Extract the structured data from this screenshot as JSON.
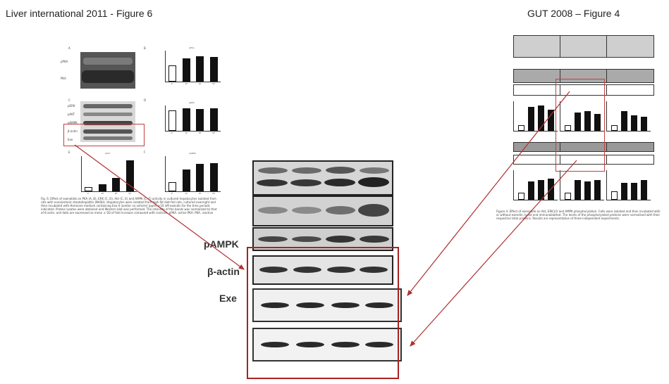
{
  "slide": {
    "left_title": "Liver international 2011 - Figure 6",
    "right_title": "GUT 2008 – Figure 4"
  },
  "center_blot": {
    "labels": [
      "pAMPK",
      "β-actin",
      "Exe"
    ]
  },
  "left_figure": {
    "panel_letters": [
      "A",
      "B",
      "C",
      "D",
      "E",
      "F"
    ],
    "row_labels_a": [
      "pPKA",
      "PKA"
    ],
    "row_labels_c": [
      "pERK",
      "pAKT",
      "pAMPK",
      "β-actin",
      "Exe"
    ],
    "time_labels": [
      "0'",
      "10'",
      "30'",
      "60'"
    ],
    "chart_titles": [
      "pPKA",
      "pERK",
      "pAKT",
      "pAMPK"
    ],
    "caption": "Fig. 6. Effect of exenatide on PKA (A, B), ERK (C, D), Akt (C, E) and AMPK (C, F) activity in cultured hepatocytes isolated from rats with nonalcoholic steatohepatitis (NASH). Hepatocytes were isolated from high fat diet-fed rats, cultured overnight and then incubated with Hormone medium containing Exe-4 (and/or no vehicle) (ppm) +10 nM exendin for the time periods indicated. Protein lysates were obtained and Western blot was performed. The intensity of the bands was normalized to that of β-actin, and data are expressed as mean ± SD of fold increase compared with controls. pPKA, active PKA; PKA, inactive PKA. *P < 0.05 vs. controls."
  },
  "right_figure": {
    "caption": "Figure 4. Effect of exenatide on Akt, ERK1/2 and AMPK phosphorylation. Cells were isolated and then incubated with or without exendin, lysed and immunoblotted. The levels of the phosphorylated proteins were normalised with their respective total proteins. Results are representative of three independent experiments."
  },
  "chart_data": [
    {
      "type": "bar",
      "title": "pPKA",
      "categories": [
        "0'",
        "10'",
        "30'",
        "60'"
      ],
      "values": [
        90,
        132,
        145,
        140
      ],
      "ylim": [
        0,
        175
      ]
    },
    {
      "type": "bar",
      "title": "pERK",
      "categories": [
        "0'",
        "10'",
        "30'",
        "60'"
      ],
      "values": [
        100,
        110,
        106,
        110
      ],
      "ylim": [
        0,
        125
      ]
    },
    {
      "type": "bar",
      "title": "pAKT",
      "categories": [
        "0'",
        "10'",
        "30'",
        "60'"
      ],
      "values": [
        50,
        80,
        150,
        350
      ],
      "ylim": [
        0,
        400
      ]
    },
    {
      "type": "bar",
      "title": "pAMPK",
      "categories": [
        "0'",
        "10'",
        "30'",
        "60'"
      ],
      "values": [
        60,
        140,
        175,
        178
      ],
      "ylim": [
        0,
        225
      ]
    }
  ],
  "colors": {
    "arrow": "#b03030",
    "box": "#a82222"
  }
}
